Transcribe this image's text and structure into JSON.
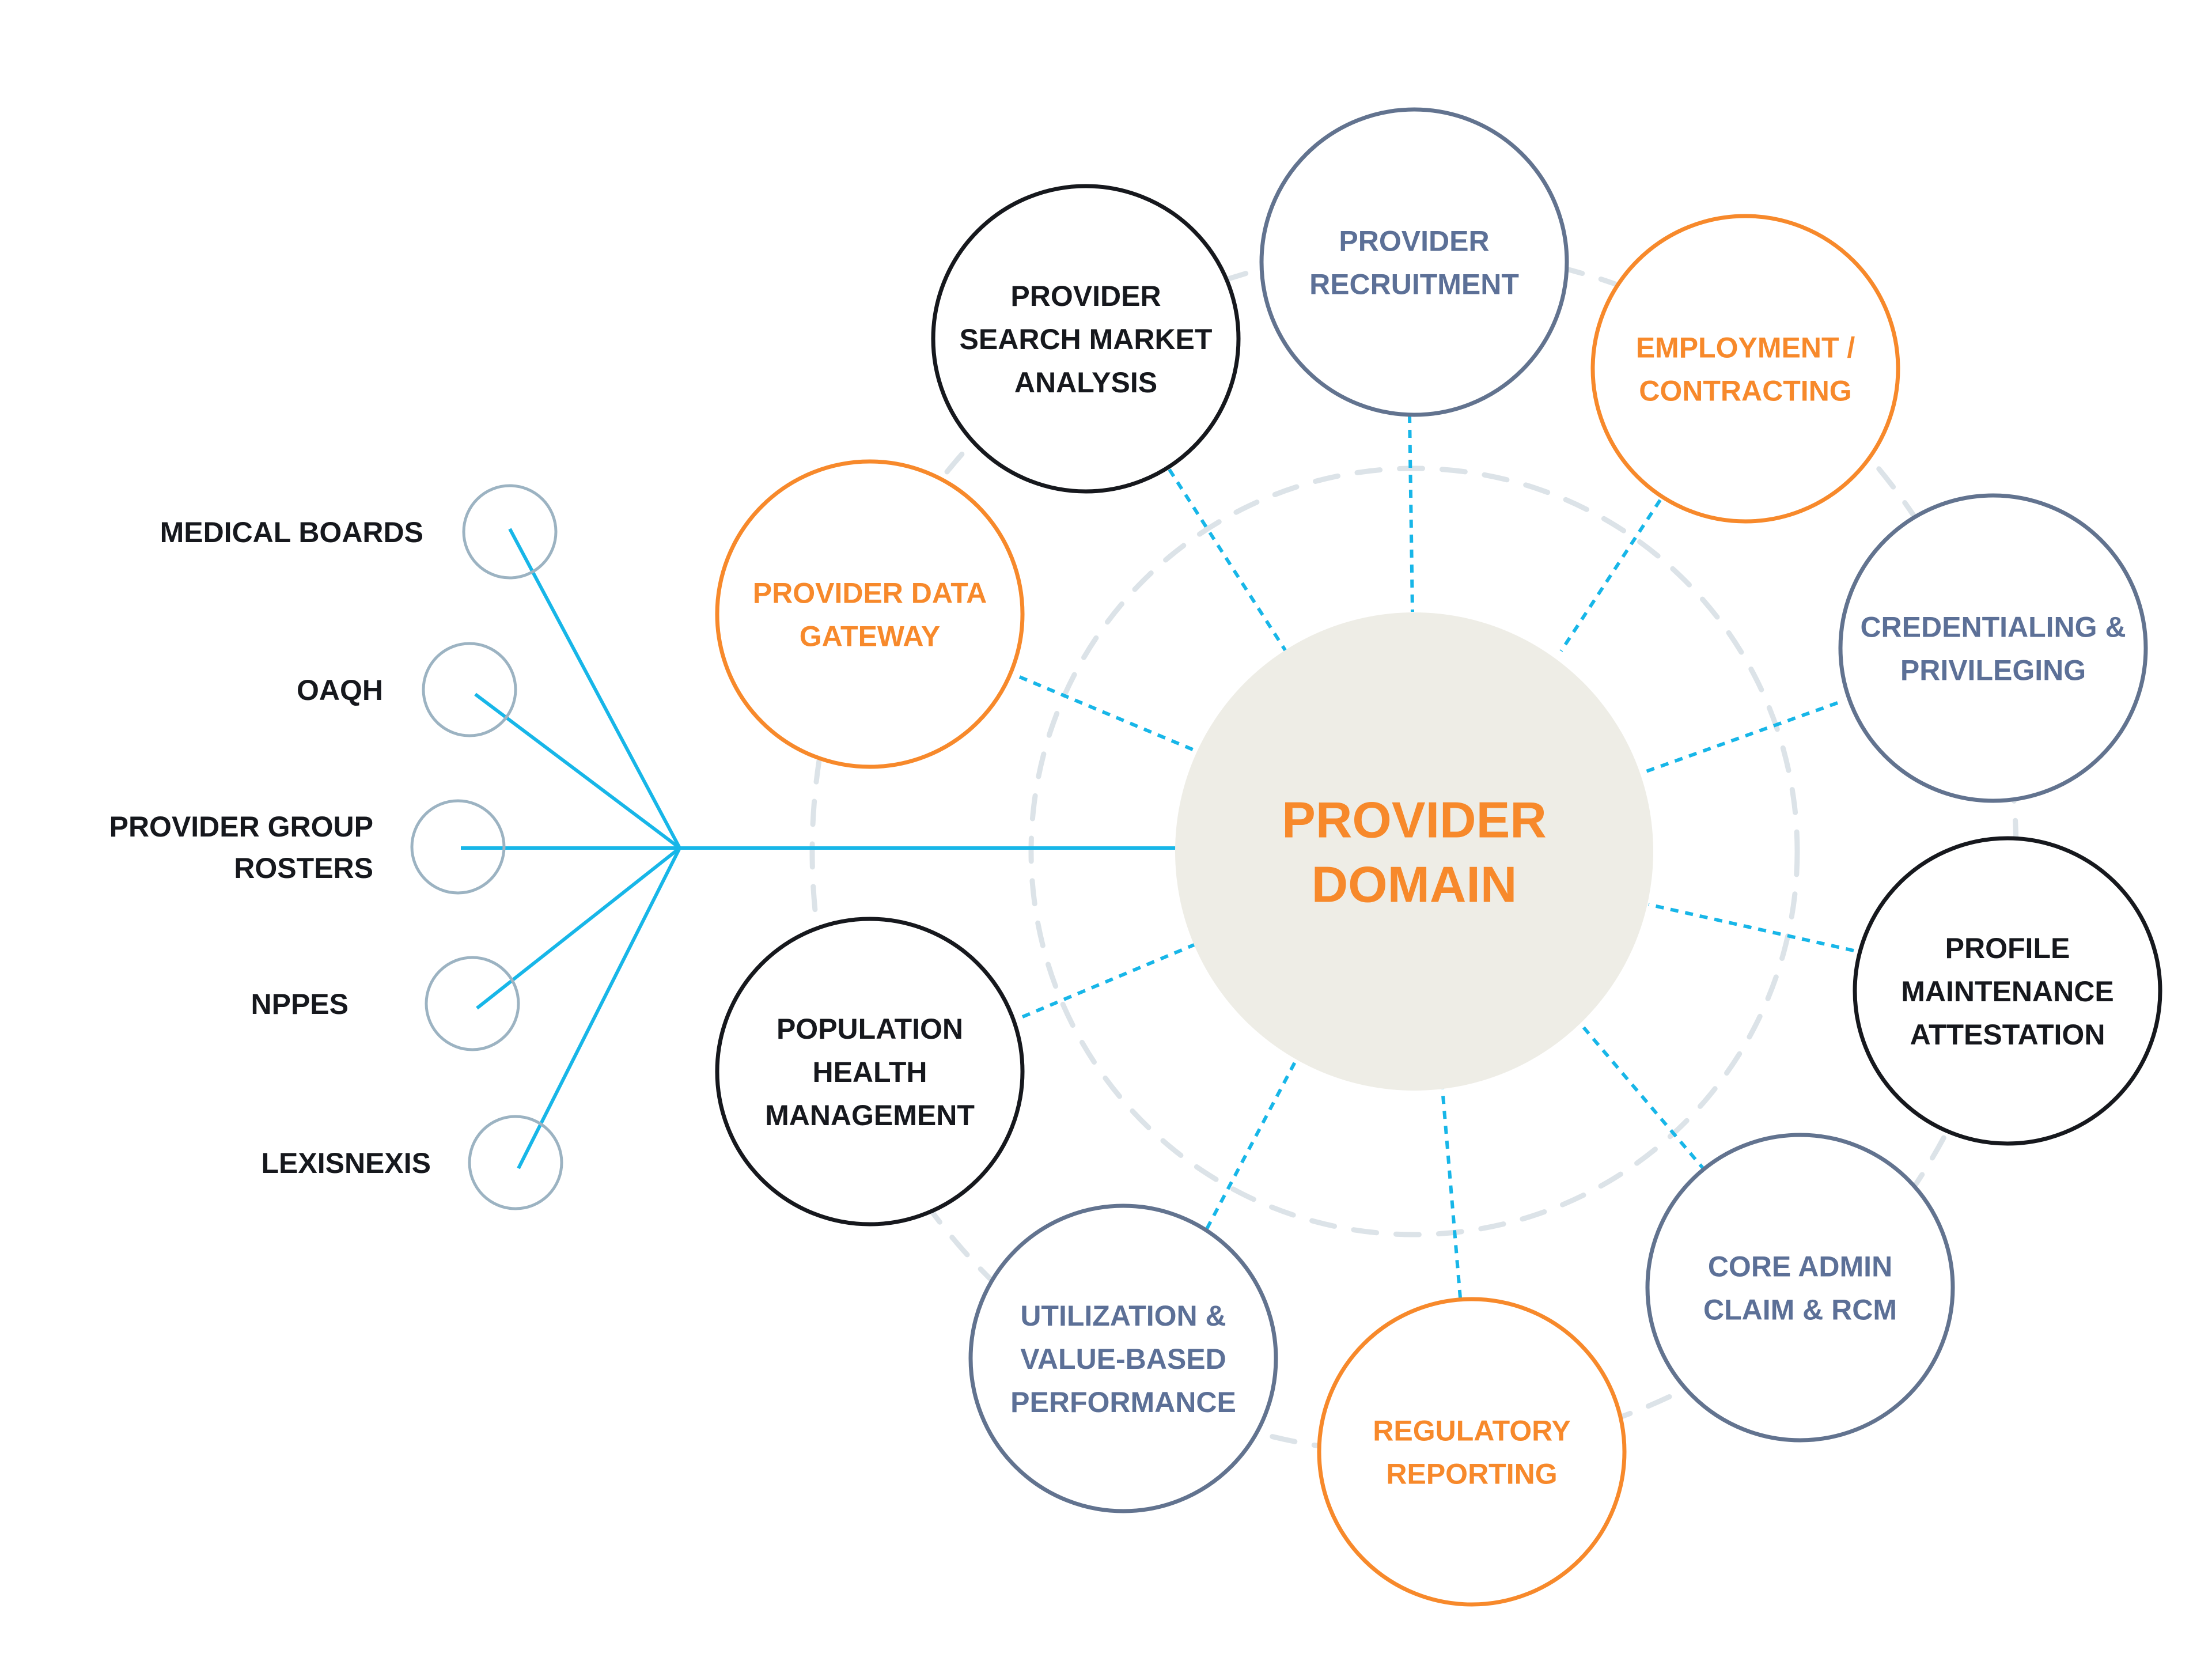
{
  "colors": {
    "orange": "#F7892B",
    "dark": "#16181D",
    "slate": "#5C7097",
    "slate_stroke": "#62738F",
    "cyan": "#17B6E8",
    "source_circle": "#9CB3C2",
    "center_fill": "#EEEDE6",
    "ring_dash": "#DCE3E8"
  },
  "center": {
    "lines": [
      "PROVIDER",
      "DOMAIN"
    ]
  },
  "sources": [
    {
      "id": "medical-boards",
      "lines": [
        "MEDICAL BOARDS"
      ]
    },
    {
      "id": "oaqh",
      "lines": [
        "OAQH"
      ]
    },
    {
      "id": "provider-group-rosters",
      "lines": [
        "PROVIDER GROUP",
        "ROSTERS"
      ]
    },
    {
      "id": "nppes",
      "lines": [
        "NPPES"
      ]
    },
    {
      "id": "lexisnexis",
      "lines": [
        "LEXISNEXIS"
      ]
    }
  ],
  "nodes": [
    {
      "id": "provider-search-market-analysis",
      "style": "dark",
      "lines": [
        "PROVIDER",
        "SEARCH  MARKET",
        "ANALYSIS"
      ]
    },
    {
      "id": "provider-recruitment",
      "style": "slate",
      "lines": [
        "PROVIDER",
        "RECRUITMENT"
      ]
    },
    {
      "id": "employment-contracting",
      "style": "orange",
      "lines": [
        "EMPLOYMENT /",
        "CONTRACTING"
      ]
    },
    {
      "id": "credentialing-privileging",
      "style": "slate",
      "lines": [
        "CREDENTIALING &",
        "PRIVILEGING"
      ]
    },
    {
      "id": "profile-maintenance-attestation",
      "style": "dark",
      "lines": [
        "PROFILE",
        "MAINTENANCE",
        "ATTESTATION"
      ]
    },
    {
      "id": "core-admin-claim-rcm",
      "style": "slate",
      "lines": [
        "CORE ADMIN",
        "CLAIM & RCM"
      ]
    },
    {
      "id": "regulatory-reporting",
      "style": "orange",
      "lines": [
        "REGULATORY",
        "REPORTING"
      ]
    },
    {
      "id": "utilization-value-based-performance",
      "style": "slate",
      "lines": [
        "UTILIZATION &",
        "VALUE-BASED",
        "PERFORMANCE"
      ]
    },
    {
      "id": "population-health-management",
      "style": "dark",
      "lines": [
        "POPULATION",
        "HEALTH",
        "MANAGEMENT"
      ]
    },
    {
      "id": "provider-data-gateway",
      "style": "orange",
      "lines": [
        "PROVIDER DATA",
        "GATEWAY"
      ]
    }
  ]
}
